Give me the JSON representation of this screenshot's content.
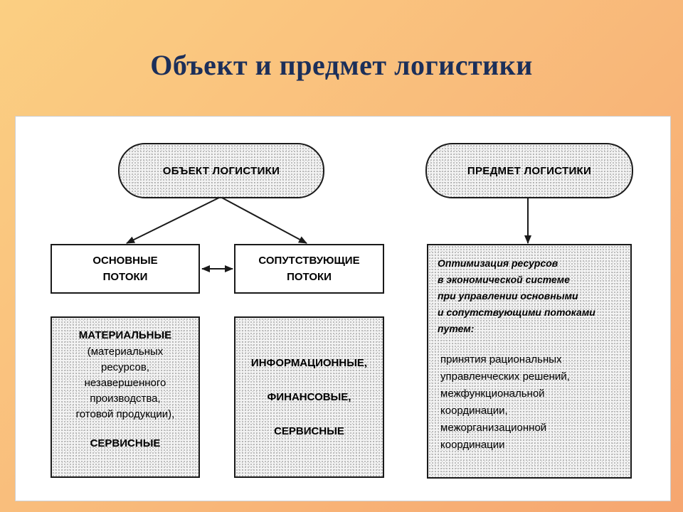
{
  "title": "Объект и предмет логистики",
  "object_node": "ОБЪЕКТ ЛОГИСТИКИ",
  "subject_node": "ПРЕДМЕТ ЛОГИСТИКИ",
  "main_flows": [
    "ОСНОВНЫЕ",
    "ПОТОКИ"
  ],
  "accompanying_flows": [
    "СОПУТСТВУЮЩИЕ",
    "ПОТОКИ"
  ],
  "main_flow_types": {
    "heading": "МАТЕРИАЛЬНЫЕ",
    "details": [
      "(материальных",
      "ресурсов,",
      "незавершенного",
      "производства,",
      "готовой продукции),"
    ],
    "footer": "СЕРВИСНЫЕ"
  },
  "accompanying_flow_types": [
    "ИНФОРМАЦИОННЫЕ,",
    "ФИНАНСОВЫЕ,",
    "СЕРВИСНЫЕ"
  ],
  "subject_details": {
    "goal": [
      "Оптимизация ресурсов",
      "в экономической системе",
      "при управлении основными",
      "и сопутствующими потоками",
      "путем:"
    ],
    "methods": [
      "принятия рациональных",
      "управленческих решений,",
      "межфункциональной",
      "координации,",
      "межорганизационной",
      "координации"
    ]
  }
}
